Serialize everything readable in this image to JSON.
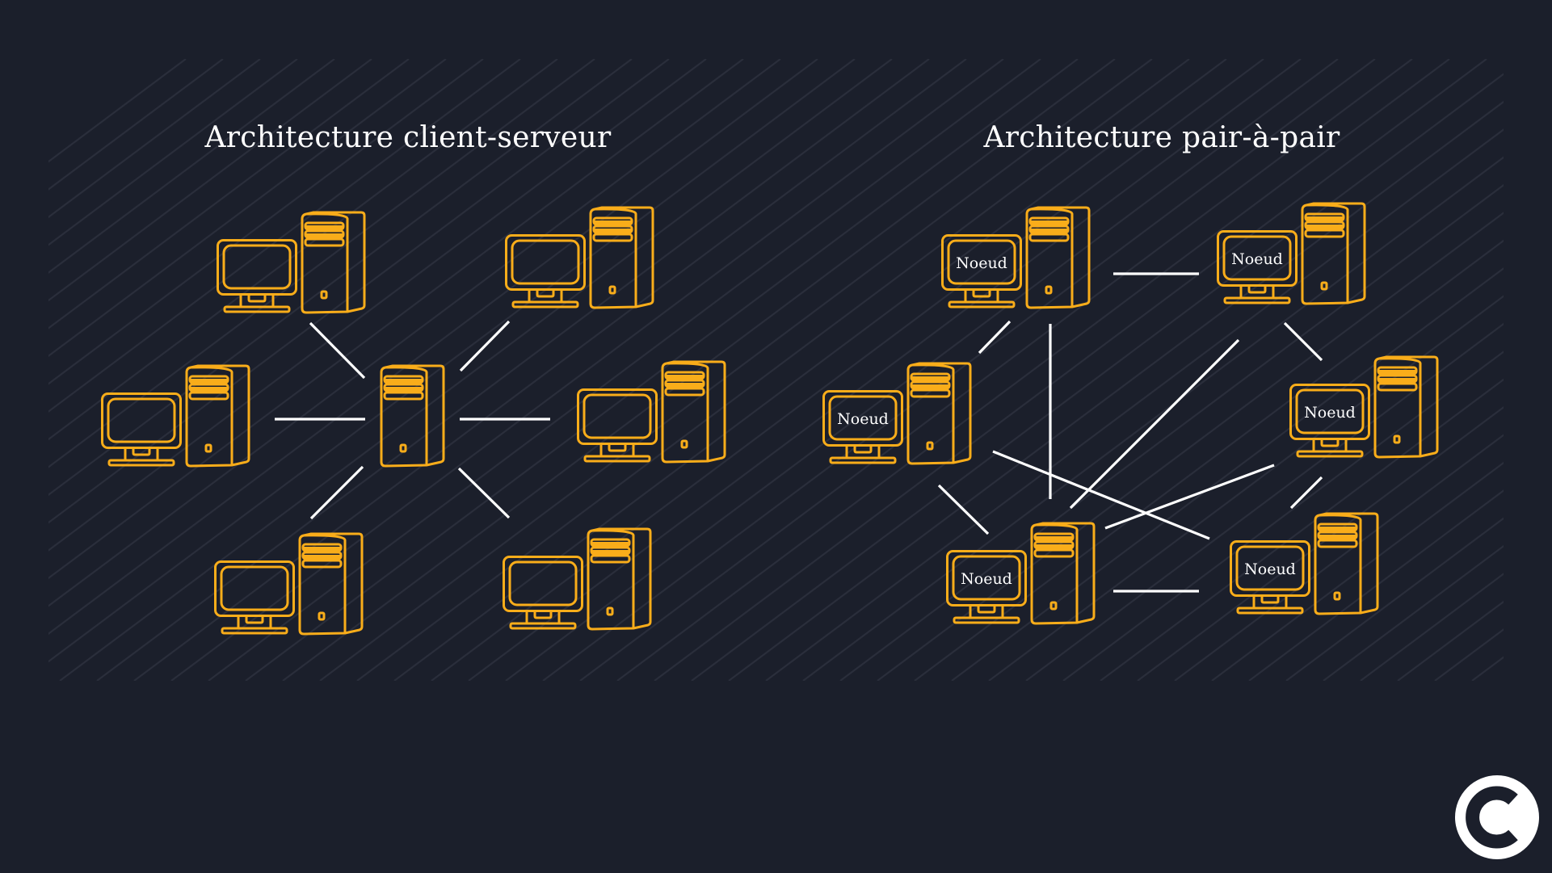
{
  "colors": {
    "background": "#1b1f2b",
    "hatch": "#2a2e3b",
    "icon_stroke": "#f9ad1a",
    "link": "#ffffff",
    "text": "#ffffff"
  },
  "left_diagram": {
    "title": "Architecture client-serveur",
    "center": "server",
    "clients": [
      {
        "id": "client-1",
        "type": "desktop-computer"
      },
      {
        "id": "client-2",
        "type": "desktop-computer"
      },
      {
        "id": "client-3",
        "type": "desktop-computer"
      },
      {
        "id": "client-4",
        "type": "desktop-computer"
      },
      {
        "id": "client-5",
        "type": "desktop-computer"
      },
      {
        "id": "client-6",
        "type": "desktop-computer"
      }
    ],
    "links": [
      [
        "client-1",
        "server"
      ],
      [
        "client-2",
        "server"
      ],
      [
        "client-3",
        "server"
      ],
      [
        "client-4",
        "server"
      ],
      [
        "client-5",
        "server"
      ],
      [
        "client-6",
        "server"
      ]
    ]
  },
  "right_diagram": {
    "title": "Architecture pair-à-pair",
    "node_label": "Noeud",
    "nodes": [
      {
        "id": "node-a",
        "label": "Noeud"
      },
      {
        "id": "node-b",
        "label": "Noeud"
      },
      {
        "id": "node-c",
        "label": "Noeud"
      },
      {
        "id": "node-d",
        "label": "Noeud"
      },
      {
        "id": "node-e",
        "label": "Noeud"
      },
      {
        "id": "node-f",
        "label": "Noeud"
      }
    ],
    "links": [
      [
        "node-a",
        "node-c"
      ],
      [
        "node-a",
        "node-b"
      ],
      [
        "node-a",
        "node-e"
      ],
      [
        "node-c",
        "node-d"
      ],
      [
        "node-c",
        "node-e"
      ],
      [
        "node-b",
        "node-e"
      ],
      [
        "node-b",
        "node-f"
      ],
      [
        "node-d",
        "node-e"
      ],
      [
        "node-d",
        "node-f"
      ],
      [
        "node-e",
        "node-f"
      ]
    ]
  },
  "logo": {
    "icon": "brand-c-logo-icon"
  }
}
